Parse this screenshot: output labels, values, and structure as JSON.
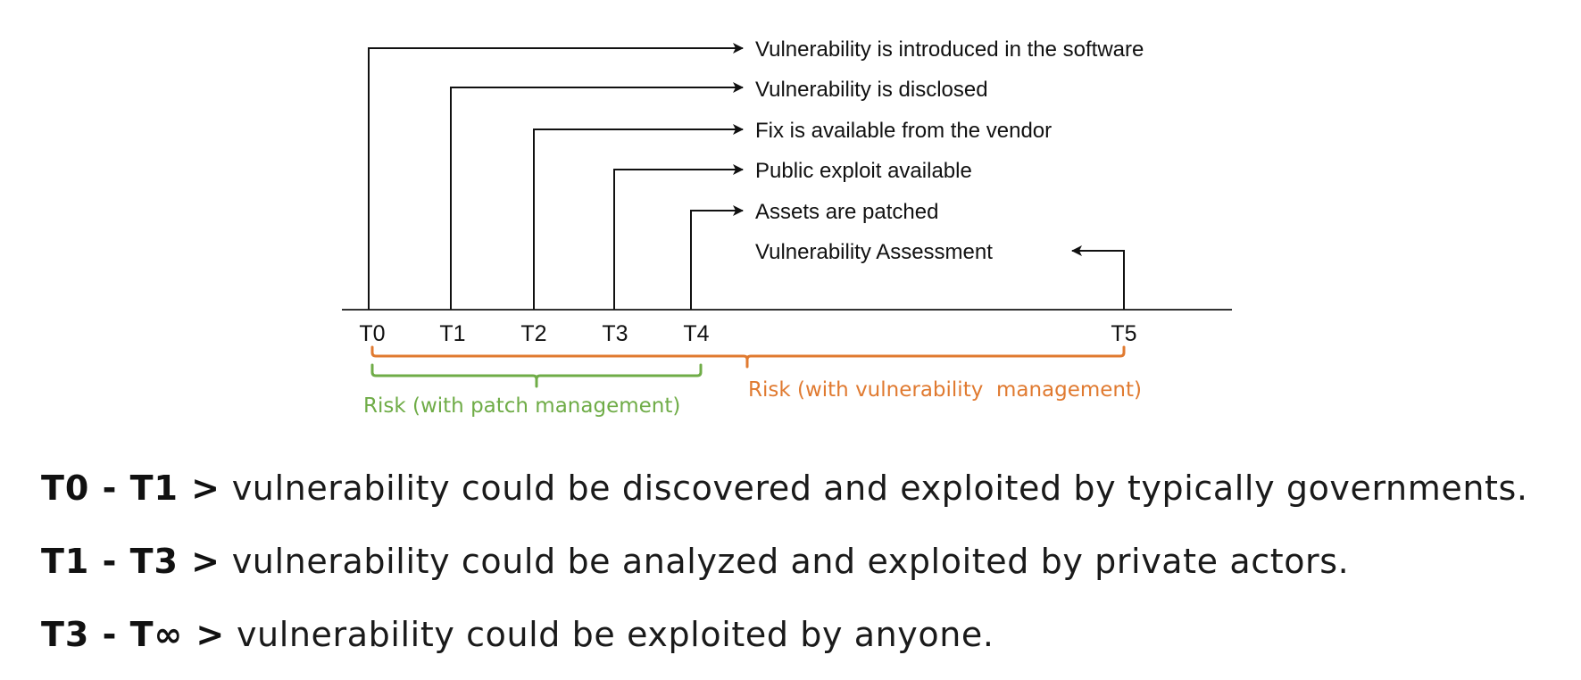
{
  "events": [
    {
      "label": "Vulnerability is introduced in the software",
      "from": "T0"
    },
    {
      "label": "Vulnerability is disclosed",
      "from": "T1"
    },
    {
      "label": "Fix is available from the vendor",
      "from": "T2"
    },
    {
      "label": "Public exploit available",
      "from": "T3"
    },
    {
      "label": "Assets are patched",
      "from": "T4"
    },
    {
      "label": "Vulnerability Assessment",
      "from": "T5"
    }
  ],
  "ticks": [
    "T0",
    "T1",
    "T2",
    "T3",
    "T4",
    "T5"
  ],
  "risk_ranges": {
    "patch": {
      "label": "Risk (with patch management)",
      "from": "T0",
      "to": "T4",
      "color": "#6fac47"
    },
    "vuln": {
      "label": "Risk (with vulnerability  management)",
      "from": "T0",
      "to": "T5",
      "color": "#e07a30"
    }
  },
  "notes": [
    {
      "key": "T0 - T1 >",
      "desc": "vulnerability could be discovered and exploited by typically governments."
    },
    {
      "key": "T1 - T3 >",
      "desc": "vulnerability could be analyzed and exploited by private actors."
    },
    {
      "key": "T3 - T∞ >",
      "desc": "vulnerability could be exploited by anyone."
    }
  ]
}
